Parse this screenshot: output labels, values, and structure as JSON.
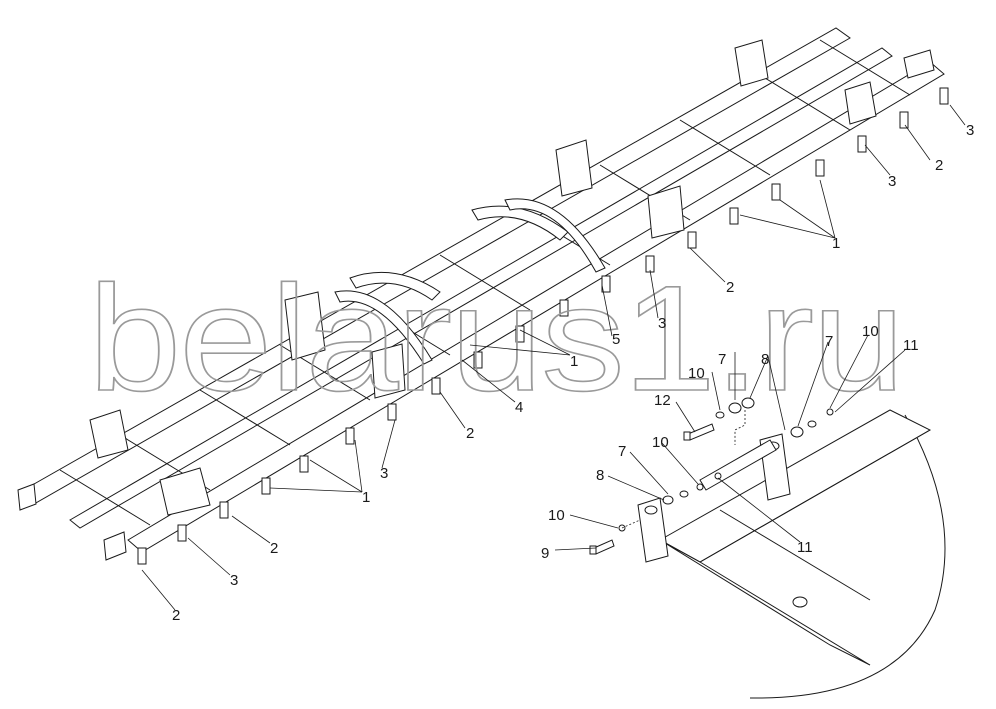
{
  "watermark": "belarus1.ru",
  "callouts": {
    "c1a": "1",
    "c1b": "1",
    "c1c": "1",
    "c2a": "2",
    "c2b": "2",
    "c2c": "2",
    "c2d": "2",
    "c2e": "2",
    "c3a": "3",
    "c3b": "3",
    "c3c": "3",
    "c3d": "3",
    "c3e": "3",
    "c4": "4",
    "c5": "5",
    "c7a": "7",
    "c7b": "7",
    "c7c": "7",
    "c8a": "8",
    "c8b": "8",
    "c9": "9",
    "c10a": "10",
    "c10b": "10",
    "c10c": "10",
    "c10d": "10",
    "c11a": "11",
    "c11b": "11",
    "c12": "12"
  }
}
